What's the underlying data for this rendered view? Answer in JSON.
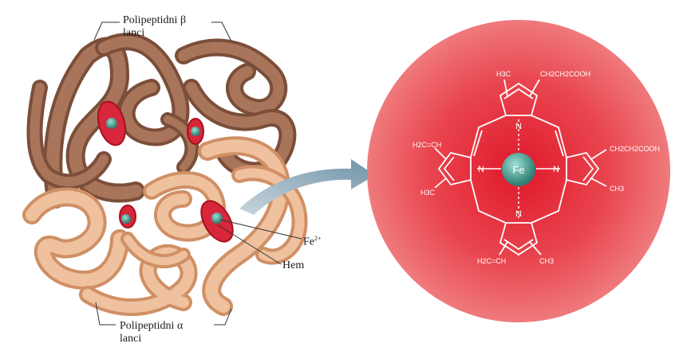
{
  "labels": {
    "beta_line1": "Polipeptidni β",
    "beta_line2": "lanci",
    "alpha_line1": "Polipeptidni α",
    "alpha_line2": "lanci",
    "iron": "Fe",
    "iron_charge": "2+",
    "heme": "Hem"
  },
  "heme_structure": {
    "center_atom": "Fe",
    "nitrogen": "N",
    "groups": {
      "top_left": "H3C",
      "top_right": "CH2CH2COOH",
      "left_upper": "H2C=CH",
      "left_lower": "H3C",
      "right_upper": "CH2CH2COOH",
      "right_lower": "CH3",
      "bottom_left": "H2C=CH",
      "bottom_right": "CH3"
    }
  },
  "colors": {
    "beta_chain": "#9a6a50",
    "alpha_chain": "#e7b48e",
    "heme_disc": "#d8263a",
    "iron_atom": "#4fa79a",
    "zoom_circle": "#e8545c",
    "arrow": "#7f9fb0"
  }
}
